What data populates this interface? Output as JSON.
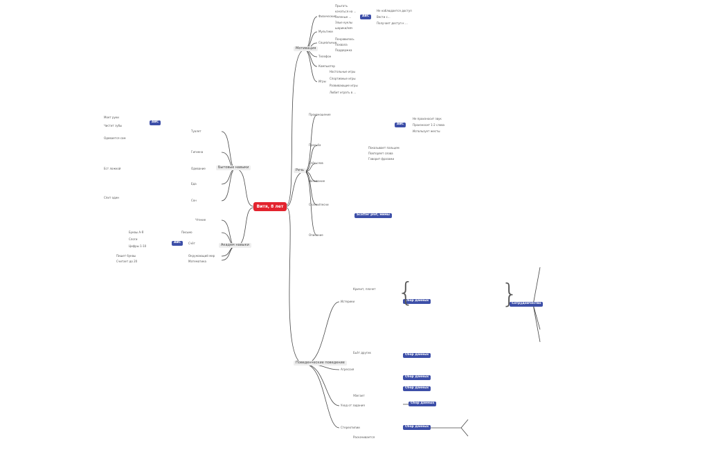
{
  "root": "Витя, 8 лет",
  "branches": {
    "motivation": "Мотивация",
    "speech": "Речь",
    "life_skills": "Бытовые навыки",
    "academic": "Академ навыки",
    "behavior": "Поведенческие поведение"
  },
  "badges": {
    "abc": "АВС",
    "scatter": "Scatter plot, мимы",
    "data_collection": "Сбор данных",
    "cooperation": "Сотрудничество"
  },
  "motivation": {
    "items": [
      "Физические",
      "Мультики",
      "Социальные",
      "Телефон",
      "Компьютер",
      "Игры"
    ],
    "physical": [
      "Прыгать",
      "качаться на ...",
      "Зеленые ...",
      "Злые куклы",
      "шарики/мяч"
    ],
    "physical_notes": [
      "Не наблюдается доступ",
      "Вести с...",
      "Получает доступ к ..."
    ],
    "social": [
      "Понравилось",
      "Похвала",
      "Поддержка"
    ],
    "games": [
      "Настольные игры",
      "Спортивные игры",
      "Развивающие игры",
      "Любит играть в ..."
    ]
  },
  "speech": {
    "items": [
      "Произношение",
      "Просьба",
      "Счёт слов",
      "Называние",
      "Сказки/песни",
      "Описание"
    ],
    "notes": [
      "Не произносит звук",
      "Произносит 1-2 слова",
      "Использует жесты",
      "Показывает пальцем",
      "Повторяет слова",
      "Говорит фразами"
    ]
  },
  "life_skills": {
    "items": [
      "Туалет",
      "Гигиена",
      "Одевание",
      "Еда",
      "Сон"
    ],
    "notes": [
      "Моет руки",
      "Чистит зубы",
      "Одевается сам",
      "Ест ложкой",
      "Спит один"
    ]
  },
  "academic": {
    "items": [
      "Чтение",
      "Письмо",
      "Счёт",
      "Окружающий мир",
      "Математика"
    ],
    "notes": [
      "Буквы А-Я",
      "Слоги",
      "Цифры 1-10",
      "Пишет буквы",
      "Считает до 20"
    ]
  },
  "behavior": {
    "items": [
      "Истерики",
      "Агрессия",
      "Уход от задания",
      "Стереотипии"
    ],
    "notes": [
      "Кричит, плачет",
      "Бьёт других",
      "Убегает",
      "Раскачивается"
    ]
  },
  "colors": {
    "root": "#e3232e",
    "badge": "#3d4fa8",
    "line": "#444444",
    "header_bg": "#eeeeee"
  }
}
